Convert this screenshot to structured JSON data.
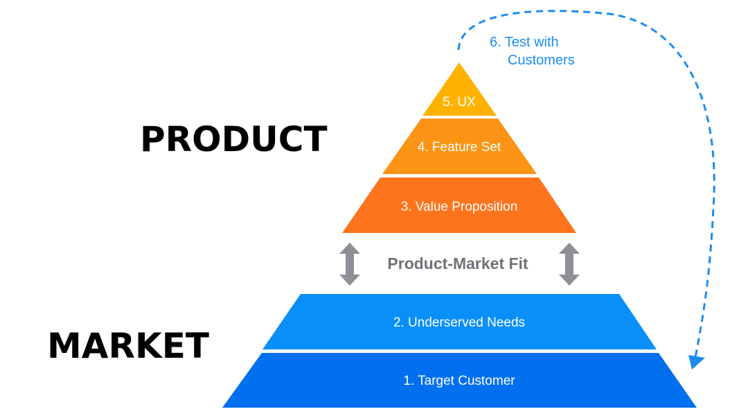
{
  "labels": {
    "product": "PRODUCT",
    "market": "MARKET"
  },
  "product_layers": [
    {
      "label": "5. UX",
      "color": "#ffb300"
    },
    {
      "label": "4. Feature Set",
      "color": "#fb9414"
    },
    {
      "label": "3. Value Proposition",
      "color": "#fd741c"
    }
  ],
  "market_layers": [
    {
      "label": "2. Underserved Needs",
      "color": "#0a8ff8"
    },
    {
      "label": "1. Target Customer",
      "color": "#0070ee"
    }
  ],
  "fit_label": "Product-Market Fit",
  "loop": {
    "line1": "6. Test with",
    "line2": "Customers",
    "color": "#1a8cf0"
  },
  "arrow_color": "#8e9096"
}
